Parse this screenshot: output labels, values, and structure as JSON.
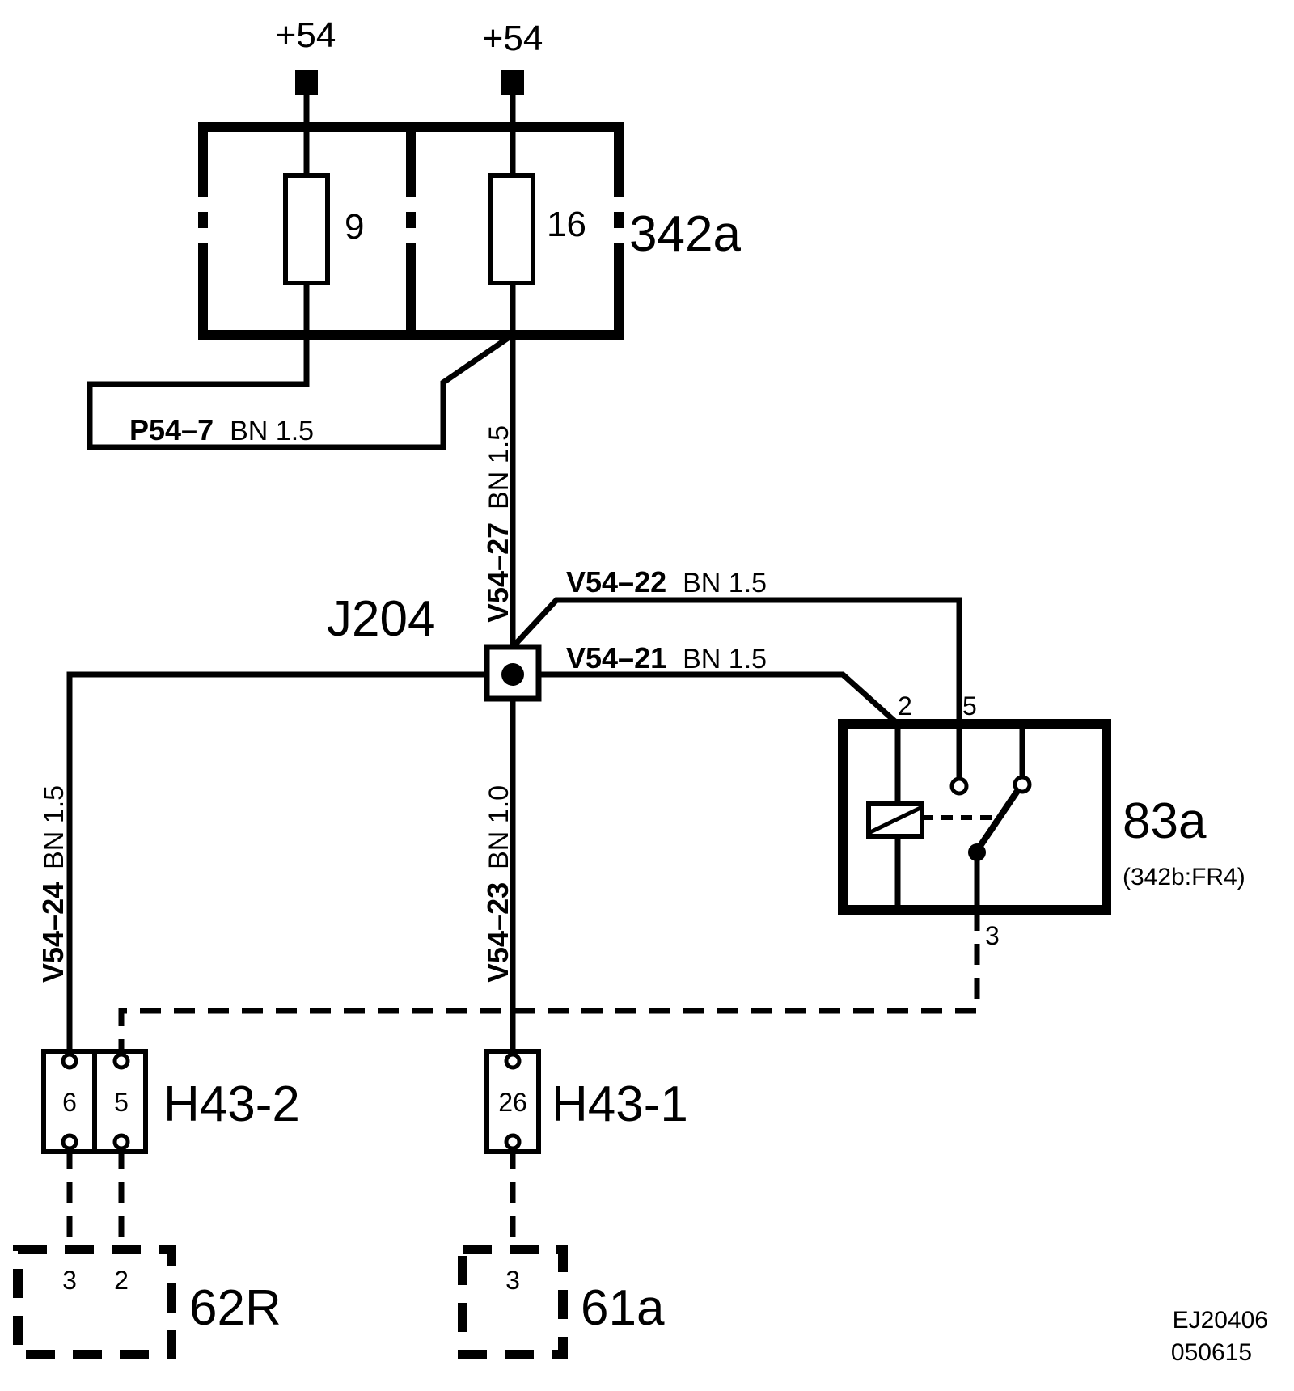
{
  "supplies": {
    "left": "+54",
    "right": "+54"
  },
  "fuse_box": {
    "label": "342a",
    "fuse_left": "9",
    "fuse_right": "16"
  },
  "wires": {
    "p54_7": {
      "id": "P54–7",
      "spec": "BN 1.5"
    },
    "v54_27": {
      "id": "V54–27",
      "spec": "BN 1.5"
    },
    "v54_22": {
      "id": "V54–22",
      "spec": "BN 1.5"
    },
    "v54_21": {
      "id": "V54–21",
      "spec": "BN 1.5"
    },
    "v54_24": {
      "id": "V54–24",
      "spec": "BN 1.5"
    },
    "v54_23": {
      "id": "V54–23",
      "spec": "BN 1.0"
    }
  },
  "junction": {
    "label": "J204"
  },
  "relay": {
    "label": "83a",
    "sublabel": "(342b:FR4)",
    "pin2": "2",
    "pin5": "5",
    "pin3": "3"
  },
  "connectors": {
    "h43_2": {
      "label": "H43-2",
      "pin_a": "6",
      "pin_b": "5"
    },
    "h43_1": {
      "label": "H43-1",
      "pin": "26"
    }
  },
  "components": {
    "c62r": {
      "label": "62R",
      "pin_a": "3",
      "pin_b": "2"
    },
    "c61a": {
      "label": "61a",
      "pin": "3"
    }
  },
  "drawing_code": {
    "line1": "EJ20406",
    "line2": "050615"
  }
}
